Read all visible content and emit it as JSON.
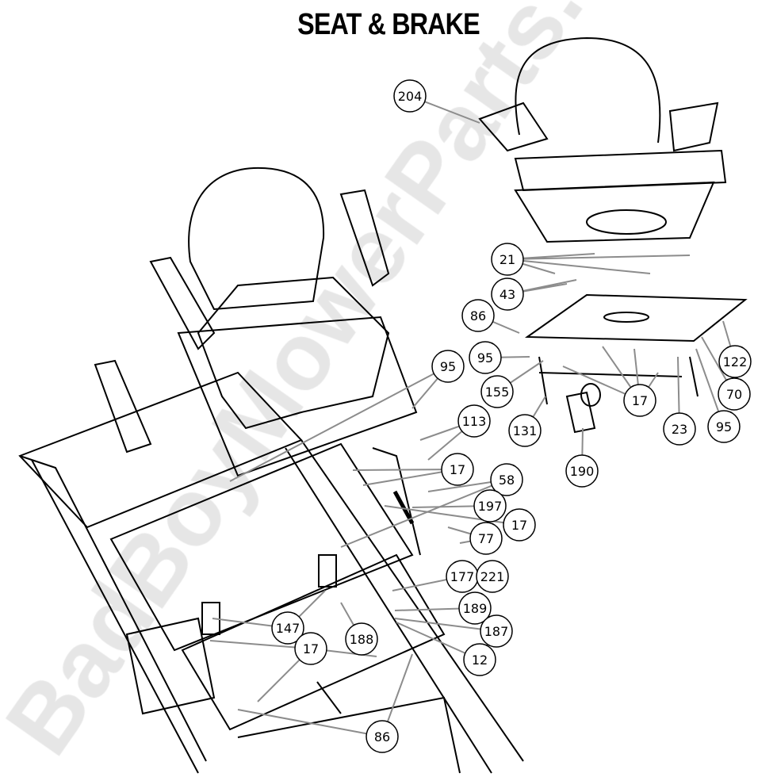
{
  "title": "SEAT & BRAKE",
  "watermark": "BadBoyMowerParts.com",
  "colors": {
    "line": "#000000",
    "leader": "#8c8c8c",
    "watermark": "#e6e6e6"
  },
  "callouts": [
    {
      "label": "204"
    },
    {
      "label": "21"
    },
    {
      "label": "43"
    },
    {
      "label": "86"
    },
    {
      "label": "95"
    },
    {
      "label": "155"
    },
    {
      "label": "131"
    },
    {
      "label": "190"
    },
    {
      "label": "17"
    },
    {
      "label": "23"
    },
    {
      "label": "95"
    },
    {
      "label": "70"
    },
    {
      "label": "122"
    },
    {
      "label": "95"
    },
    {
      "label": "113"
    },
    {
      "label": "17"
    },
    {
      "label": "58"
    },
    {
      "label": "197"
    },
    {
      "label": "17"
    },
    {
      "label": "77"
    },
    {
      "label": "177"
    },
    {
      "label": "221"
    },
    {
      "label": "189"
    },
    {
      "label": "187"
    },
    {
      "label": "147"
    },
    {
      "label": "17"
    },
    {
      "label": "188"
    },
    {
      "label": "12"
    },
    {
      "label": "86"
    }
  ]
}
